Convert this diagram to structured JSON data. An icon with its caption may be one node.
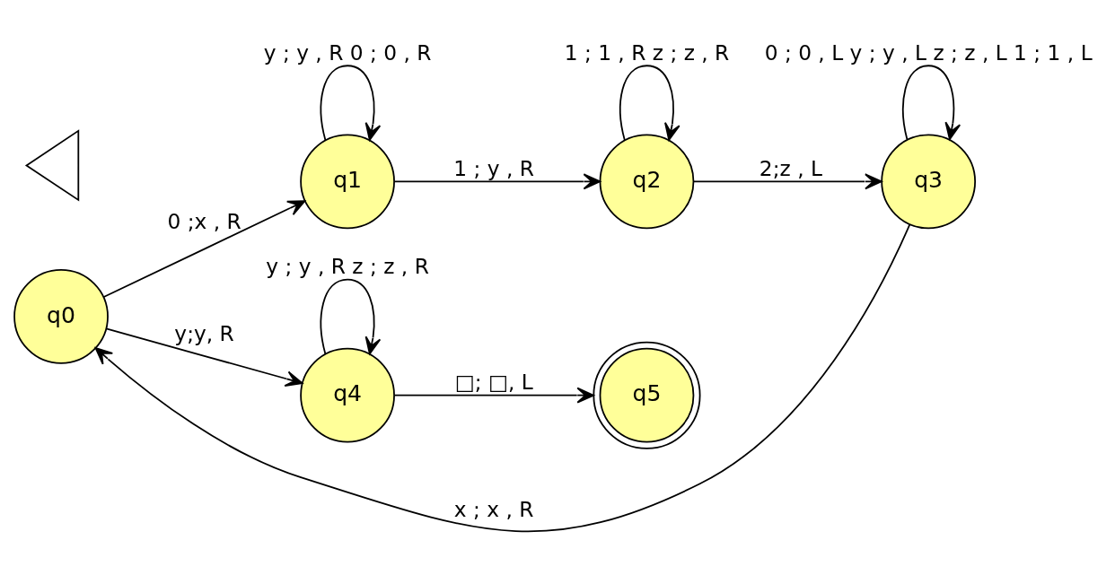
{
  "diagram": {
    "nodes": [
      {
        "text": [],
        "shape": "triangle"
      },
      {
        "text": [
          "q0"
        ]
      },
      {
        "text": [
          "q1"
        ]
      },
      {
        "text": [
          "q2"
        ]
      },
      {
        "text": [
          "q3"
        ]
      },
      {
        "text": [
          "q4"
        ]
      },
      {
        "text": [
          "q5"
        ]
      }
    ],
    "edges": [
      {
        "from": 1,
        "to": 2,
        "arrow": "to",
        "label": "0 ;x , R"
      },
      {
        "from": 2,
        "to": 2,
        "arrow": "to",
        "label": "y ; y , R 0 ; 0 , R"
      },
      {
        "from": 2,
        "to": 3,
        "arrow": "to",
        "label": "1 ; y , R"
      },
      {
        "from": 3,
        "to": 3,
        "arrow": "to",
        "label": "1 ; 1 , R z ; z , R"
      },
      {
        "from": 3,
        "to": 4,
        "arrow": "to",
        "label": "2;z , L"
      },
      {
        "from": 4,
        "to": 4,
        "arrow": "to",
        "label": "0 ; 0 , L y ; y , L z ; z , L 1 ; 1 , L"
      },
      {
        "from": 4,
        "to": 1,
        "arrow": "to",
        "label": "x ; x , R"
      },
      {
        "from": 1,
        "to": 5,
        "arrow": "to",
        "label": "y;y, R"
      },
      {
        "from": 5,
        "to": 5,
        "arrow": "to",
        "label": "y ; y , R z ; z , R"
      },
      {
        "from": 5,
        "to": 6,
        "arrow": "to",
        "label": "□; □, L"
      }
    ]
  }
}
